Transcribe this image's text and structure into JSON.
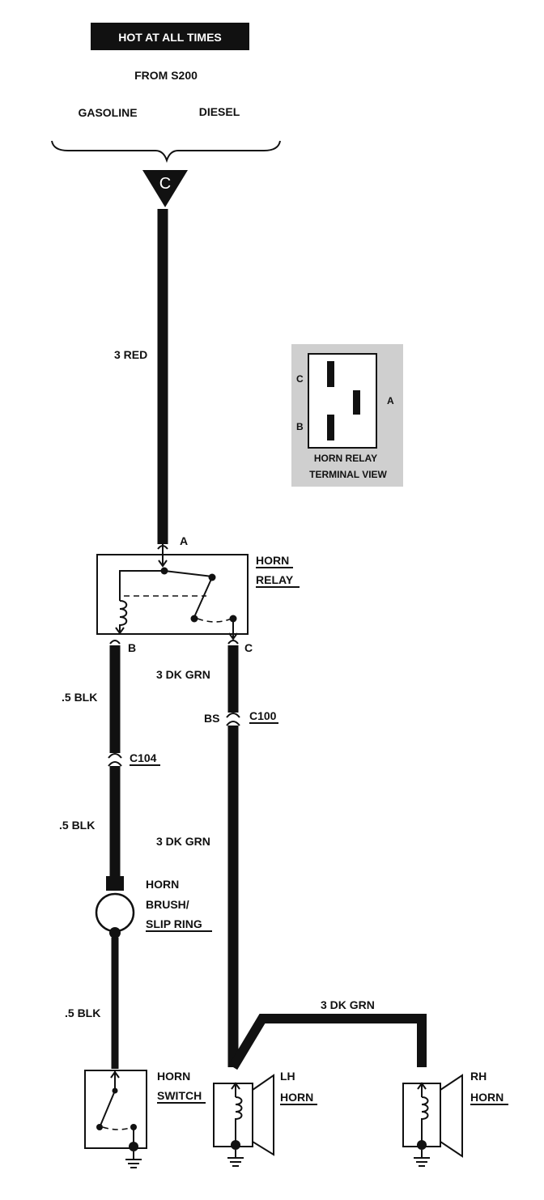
{
  "header": {
    "hot_label": "HOT AT ALL TIMES",
    "from_label": "FROM S200",
    "gasoline_label": "GASOLINE",
    "diesel_label": "DIESEL",
    "connector_letter": "C"
  },
  "wires": {
    "feed": "3 RED",
    "relay_c_out": "3 DK GRN",
    "relay_b_out": ".5 BLK",
    "after_c104": ".5 BLK",
    "after_c100": "3 DK GRN",
    "after_slip_ring": ".5 BLK",
    "rh_horn_feed": "3 DK GRN"
  },
  "terminal_view": {
    "pin_c": "C",
    "pin_a": "A",
    "pin_b": "B",
    "caption_line1": "HORN RELAY",
    "caption_line2": "TERMINAL VIEW"
  },
  "horn_relay": {
    "label_line1": "HORN",
    "label_line2": "RELAY",
    "terminal_a": "A",
    "terminal_b": "B",
    "terminal_c": "C"
  },
  "connectors": {
    "c100": "C100",
    "c100_pin": "BS",
    "c104": "C104"
  },
  "slip_ring": {
    "line1": "HORN",
    "line2": "BRUSH/",
    "line3": "SLIP RING"
  },
  "horn_switch": {
    "line1": "HORN",
    "line2": "SWITCH"
  },
  "lh_horn": {
    "line1": "LH",
    "line2": "HORN"
  },
  "rh_horn": {
    "line1": "RH",
    "line2": "HORN"
  }
}
